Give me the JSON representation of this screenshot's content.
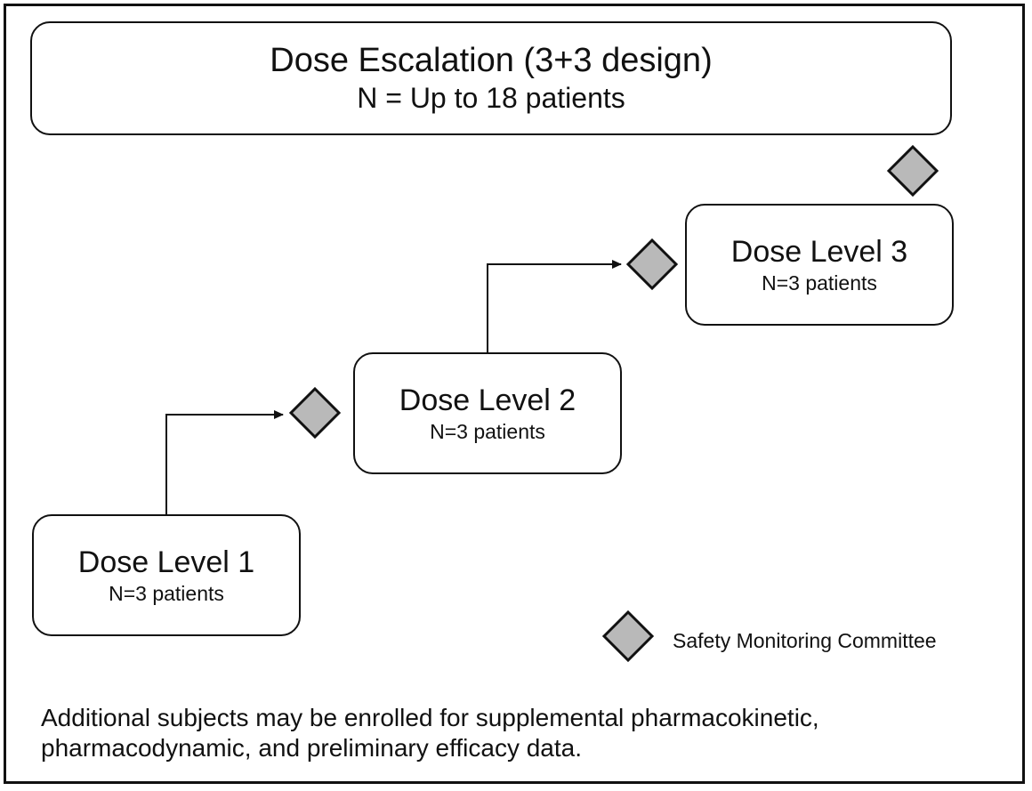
{
  "header": {
    "title": "Dose Escalation (3+3 design)",
    "subtitle": "N = Up to 18 patients"
  },
  "levels": [
    {
      "title": "Dose Level 1",
      "subtitle": "N=3 patients"
    },
    {
      "title": "Dose Level 2",
      "subtitle": "N=3 patients"
    },
    {
      "title": "Dose Level 3",
      "subtitle": "N=3 patients"
    }
  ],
  "legend": {
    "icon": "diamond-icon",
    "label": "Safety Monitoring Committee"
  },
  "footnote": "Additional subjects may be enrolled for supplemental pharmacokinetic, pharmacodynamic, and preliminary efficacy data.",
  "colors": {
    "diamond_fill": "#b9b9b9",
    "stroke": "#111111"
  }
}
